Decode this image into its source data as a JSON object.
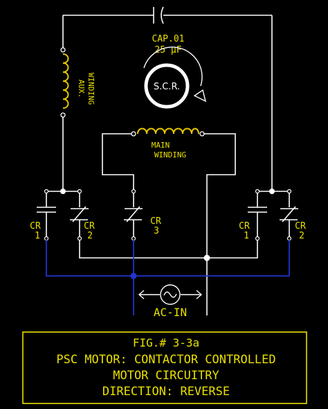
{
  "labels": {
    "capacitor": "CAP.01",
    "capacitor_value": "25 μF",
    "aux_winding_1": "AUX.",
    "aux_winding_2": "WINDING",
    "main_winding_1": "MAIN",
    "main_winding_2": "WINDING",
    "scr": "S.C.R.",
    "ac_in": "AC-IN",
    "cr": "CR",
    "cr1_num": "1",
    "cr2_num": "2",
    "cr3_num": "3"
  },
  "caption": {
    "line1": "FIG.# 3-3a",
    "line2": "PSC MOTOR: CONTACTOR CONTROLLED",
    "line3": "MOTOR CIRCUITRY",
    "line4": "DIRECTION: REVERSE"
  },
  "colors": {
    "background": "#000000",
    "wire_white": "#ffffff",
    "wire_blue": "#2233cc",
    "coil_yellow": "#e8c800",
    "text_yellow": "#e8e000"
  }
}
